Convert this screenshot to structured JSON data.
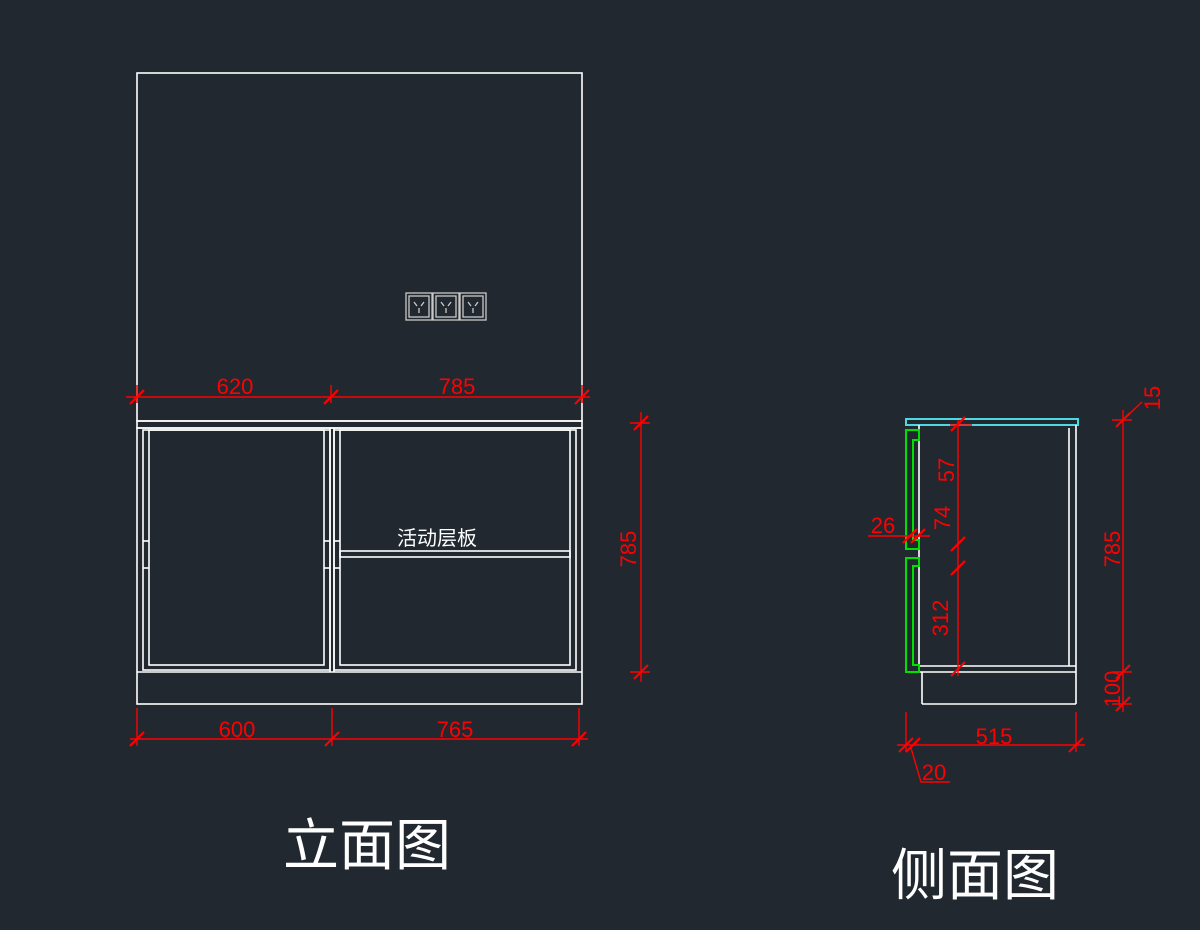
{
  "front_view": {
    "title": "立面图",
    "shelf_label": "活动层板",
    "dims": {
      "top_left": "620",
      "top_right": "785",
      "bottom_left": "600",
      "bottom_right": "765",
      "height": "785"
    }
  },
  "side_view": {
    "title": "侧面图",
    "dims": {
      "top_thickness": "15",
      "height": "785",
      "plinth": "100",
      "depth": "515",
      "door_offset": "20",
      "gap": "26",
      "d57": "57",
      "d74": "74",
      "d312": "312"
    }
  },
  "colors": {
    "background": "#212830",
    "line": "#ffffff",
    "dimension": "#ff0000",
    "door_panel": "#00e000",
    "countertop": "#4fd8e0"
  },
  "icons": [
    "socket-icon",
    "socket-icon",
    "socket-icon"
  ]
}
